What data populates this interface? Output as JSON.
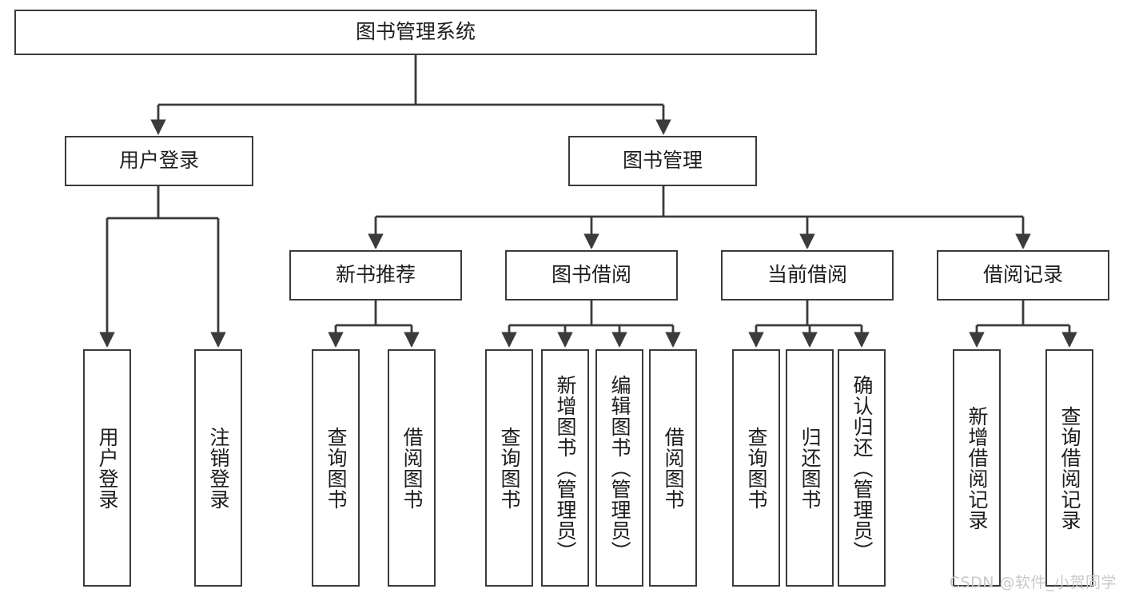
{
  "diagram": {
    "type": "tree",
    "title": "图书管理系统",
    "orientation": "top-down",
    "colors": {
      "stroke": "#3b3b3b",
      "fill": "#ffffff",
      "text": "#1d1d1d",
      "watermark": "#c9c9c9"
    },
    "levels": {
      "root": {
        "label": "图书管理系统"
      },
      "level2": [
        {
          "label": "用户登录"
        },
        {
          "label": "图书管理"
        }
      ],
      "level3": [
        {
          "label": "新书推荐"
        },
        {
          "label": "图书借阅"
        },
        {
          "label": "当前借阅"
        },
        {
          "label": "借阅记录"
        }
      ]
    },
    "nodes": {
      "root": "图书管理系统",
      "user_login": "用户登录",
      "book_manage": "图书管理",
      "new_book_rec": "新书推荐",
      "book_borrow": "图书借阅",
      "current_borrow": "当前借阅",
      "borrow_record": "借阅记录",
      "leaf_user_login": "用户登录",
      "leaf_user_logout": "注销登录",
      "leaf_rec_query_book": "查询图书",
      "leaf_rec_borrow_book": "借阅图书",
      "leaf_borrow_query_book": "查询图书",
      "leaf_borrow_add_book": "新增图书（管理员）",
      "leaf_borrow_edit_book": "编辑图书（管理员）",
      "leaf_borrow_borrow_book": "借阅图书",
      "leaf_cur_query_book": "查询图书",
      "leaf_cur_return_book": "归还图书",
      "leaf_cur_confirm_return": "确认归还（管理员）",
      "leaf_rec_add_record": "新增借阅记录",
      "leaf_rec_query_record": "查询借阅记录"
    },
    "edges": [
      {
        "from": "root",
        "to": "user_login"
      },
      {
        "from": "root",
        "to": "book_manage"
      },
      {
        "from": "user_login",
        "to": "leaf_user_login"
      },
      {
        "from": "user_login",
        "to": "leaf_user_logout"
      },
      {
        "from": "book_manage",
        "to": "new_book_rec"
      },
      {
        "from": "book_manage",
        "to": "book_borrow"
      },
      {
        "from": "book_manage",
        "to": "current_borrow"
      },
      {
        "from": "book_manage",
        "to": "borrow_record"
      },
      {
        "from": "new_book_rec",
        "to": "leaf_rec_query_book"
      },
      {
        "from": "new_book_rec",
        "to": "leaf_rec_borrow_book"
      },
      {
        "from": "book_borrow",
        "to": "leaf_borrow_query_book"
      },
      {
        "from": "book_borrow",
        "to": "leaf_borrow_add_book"
      },
      {
        "from": "book_borrow",
        "to": "leaf_borrow_edit_book"
      },
      {
        "from": "book_borrow",
        "to": "leaf_borrow_borrow_book"
      },
      {
        "from": "current_borrow",
        "to": "leaf_cur_query_book"
      },
      {
        "from": "current_borrow",
        "to": "leaf_cur_return_book"
      },
      {
        "from": "current_borrow",
        "to": "leaf_cur_confirm_return"
      },
      {
        "from": "borrow_record",
        "to": "leaf_rec_add_record"
      },
      {
        "from": "borrow_record",
        "to": "leaf_rec_query_record"
      }
    ]
  },
  "watermark": {
    "text": "CSDN @软件_小贺同学"
  }
}
